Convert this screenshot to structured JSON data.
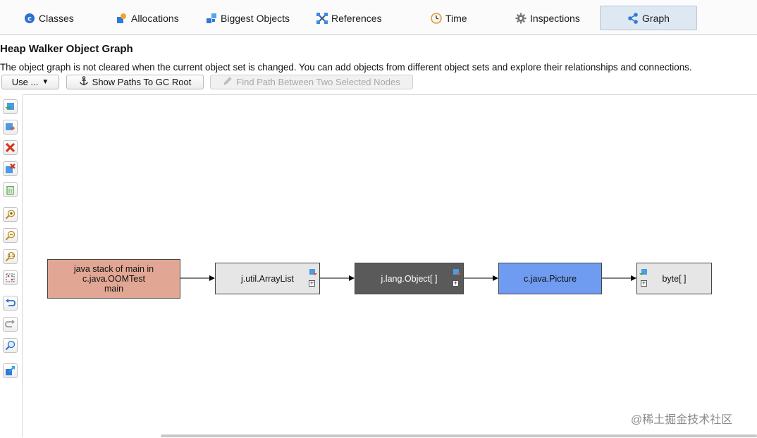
{
  "tabs": [
    {
      "label": "Classes",
      "icon": "classes-icon"
    },
    {
      "label": "Allocations",
      "icon": "allocations-icon"
    },
    {
      "label": "Biggest Objects",
      "icon": "biggest-objects-icon"
    },
    {
      "label": "References",
      "icon": "references-icon"
    },
    {
      "label": "Time",
      "icon": "time-icon"
    },
    {
      "label": "Inspections",
      "icon": "inspections-icon"
    },
    {
      "label": "Graph",
      "icon": "graph-icon",
      "active": true
    }
  ],
  "page": {
    "title": "Heap Walker Object Graph",
    "description": "The object graph is not cleared when the current object set is changed. You can add objects from different object sets and explore their relationships and connections."
  },
  "toolbar": {
    "use_label": "Use ...",
    "gc_root_label": "Show Paths To GC Root",
    "find_path_label": "Find Path Between Two Selected Nodes",
    "find_path_enabled": false
  },
  "left_tools": [
    "add-objects-icon",
    "add-selected-icon",
    "remove-icon",
    "remove-unselected-icon",
    "clear-graph-icon",
    "zoom-in-icon",
    "zoom-out-icon",
    "zoom-100-icon",
    "fit-content-icon",
    "undo-icon",
    "redo-icon",
    "find-icon",
    "export-icon"
  ],
  "graph": {
    "nodes": [
      {
        "id": "stack",
        "lines": [
          "java stack of main in",
          "c.java.OOMTest",
          "main"
        ],
        "bg": "#e2a794",
        "fg": "#111111"
      },
      {
        "id": "arraylist",
        "lines": [
          "j.util.ArrayList"
        ],
        "bg": "#e6e6e6",
        "fg": "#111111"
      },
      {
        "id": "objarray",
        "lines": [
          "j.lang.Object[ ]"
        ],
        "bg": "#5a5a5a",
        "fg": "#ffffff"
      },
      {
        "id": "picture",
        "lines": [
          "c.java.Picture"
        ],
        "bg": "#6f9cf0",
        "fg": "#111111"
      },
      {
        "id": "bytearray",
        "lines": [
          "byte[ ]"
        ],
        "bg": "#e6e6e6",
        "fg": "#111111"
      }
    ],
    "edges": [
      [
        "stack",
        "arraylist"
      ],
      [
        "arraylist",
        "objarray"
      ],
      [
        "objarray",
        "picture"
      ],
      [
        "picture",
        "bytearray"
      ]
    ]
  },
  "watermark": "@稀土掘金技术社区"
}
